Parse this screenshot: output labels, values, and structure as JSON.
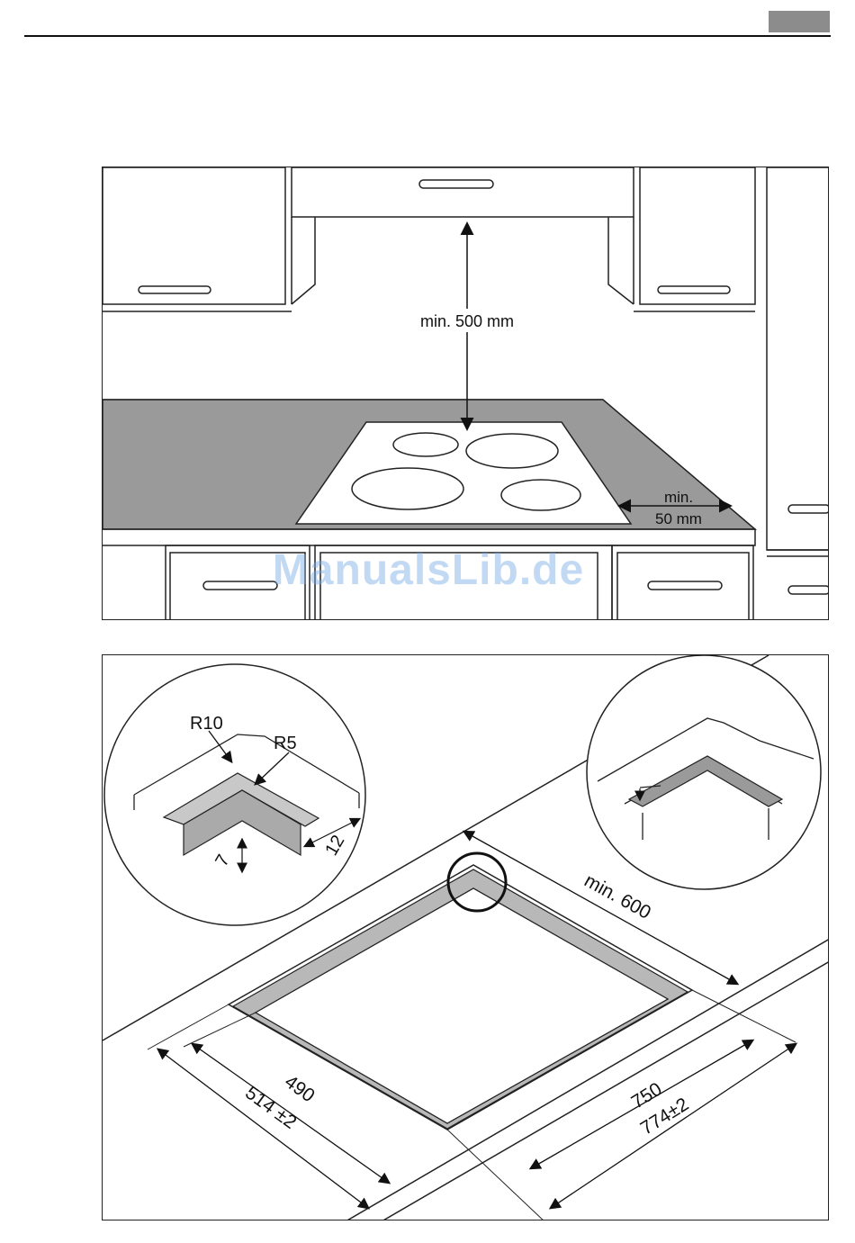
{
  "header": {
    "tab_color": "#8c8c8c"
  },
  "figure_kitchen": {
    "clearance_above": "min. 500 mm",
    "clearance_side_line1": "min.",
    "clearance_side_line2": "50 mm",
    "countertop_color": "#9a9a9a"
  },
  "figure_cutout": {
    "radius_outer": "R10",
    "radius_inner": "R5",
    "dim_ledge_depth": "7",
    "dim_ledge_width": "12",
    "dim_min_distance": "min. 600",
    "dim_width_inner": "490",
    "dim_width_outer": "514 ±2",
    "dim_length_inner": "750",
    "dim_length_outer": "774±2"
  },
  "watermark": "ManualsLib.de"
}
